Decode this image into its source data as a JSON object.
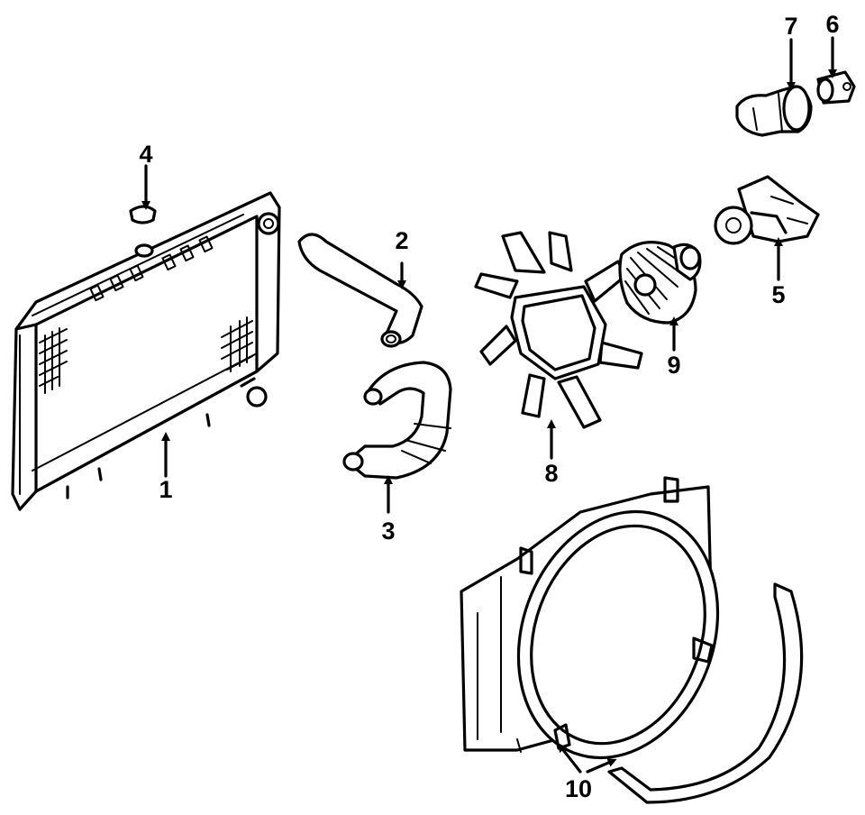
{
  "callouts": {
    "radiator": "1",
    "upper_hose": "2",
    "lower_hose": "3",
    "radiator_cap": "4",
    "water_pump": "5",
    "thermostat": "6",
    "thermostat_housing": "7",
    "fan_blade": "8",
    "fan_clutch": "9",
    "shroud": "10"
  }
}
